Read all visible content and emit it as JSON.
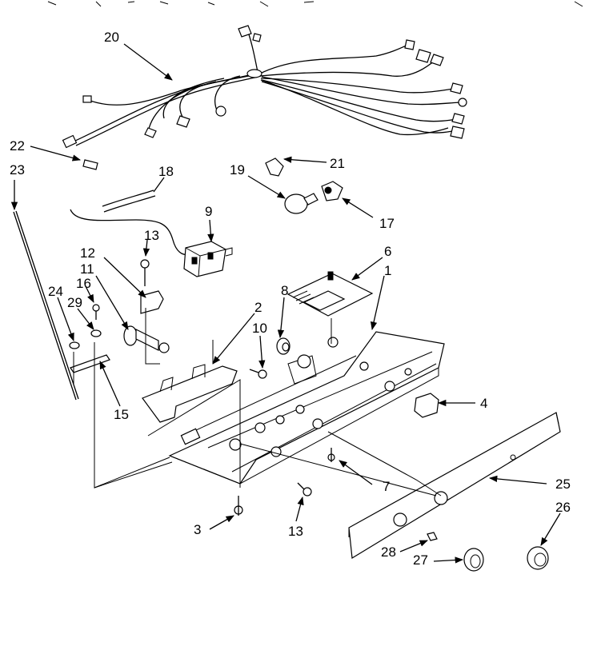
{
  "labels": {
    "p1": "1",
    "p2": "2",
    "p3": "3",
    "p4": "4",
    "p6": "6",
    "p7": "7",
    "p8": "8",
    "p9": "9",
    "p10": "10",
    "p11": "11",
    "p12": "12",
    "p13a": "13",
    "p13b": "13",
    "p15": "15",
    "p16": "16",
    "p17": "17",
    "p18": "18",
    "p19": "19",
    "p20": "20",
    "p21": "21",
    "p22": "22",
    "p23": "23",
    "p24": "24",
    "p25": "25",
    "p26": "26",
    "p27": "27",
    "p28": "28",
    "p29": "29"
  }
}
